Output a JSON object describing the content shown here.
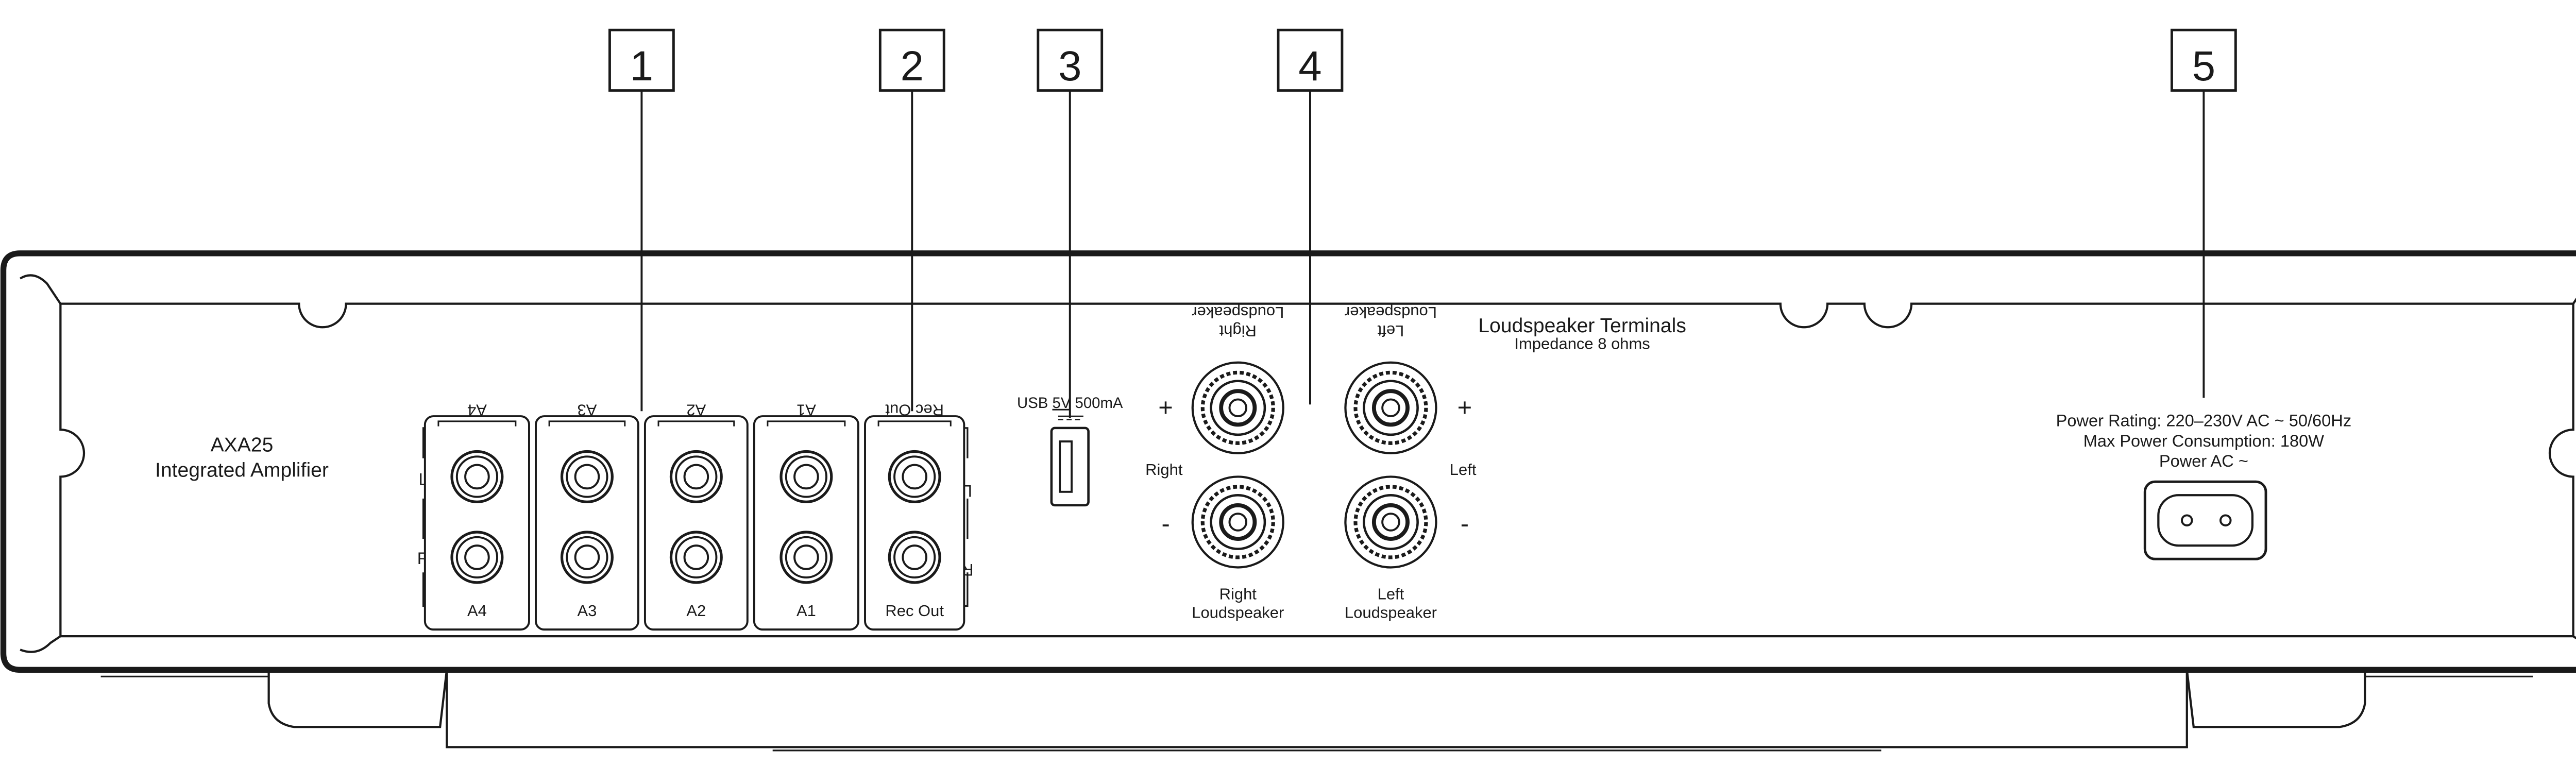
{
  "model": {
    "name": "AXA25",
    "subtitle": "Integrated Amplifier"
  },
  "callouts": [
    "1",
    "2",
    "3",
    "4",
    "5"
  ],
  "rca_inputs": [
    {
      "top": "A4",
      "bottom": "A4"
    },
    {
      "top": "A3",
      "bottom": "A3"
    },
    {
      "top": "A2",
      "bottom": "A2"
    },
    {
      "top": "A1",
      "bottom": "A1"
    },
    {
      "top": "Rec Out",
      "bottom": "Rec Out"
    }
  ],
  "channel_labels": {
    "left": "L",
    "right": "R"
  },
  "usb": {
    "label": "USB 5V 500mA",
    "voltage": "5V",
    "prefix": "USB",
    "current": "500mA"
  },
  "speakers": {
    "title": "Loudspeaker Terminals",
    "impedance": "Impedance 8 ohms",
    "right_top_line1": "Loudspeaker",
    "right_top_line2": "Right",
    "left_top_line1": "Loudspeaker",
    "left_top_line2": "Left",
    "right_side": "Right",
    "left_side": "Left",
    "plus": "+",
    "minus": "-",
    "right_bottom_line1": "Right",
    "right_bottom_line2": "Loudspeaker",
    "left_bottom_line1": "Left",
    "left_bottom_line2": "Loudspeaker"
  },
  "power": {
    "rating": "Power Rating:  220–230V AC ~ 50/60Hz",
    "consumption": "Max Power Consumption: 180W",
    "label": "Power AC",
    "ac_symbol": "~"
  },
  "colors": {
    "line": "#1a1a1a",
    "panel": "#ffffff",
    "background": "#ffffff"
  }
}
